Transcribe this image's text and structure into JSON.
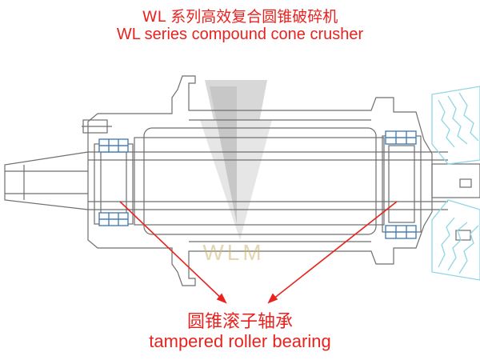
{
  "title": {
    "zh": "WL 系列高效复合圆锥破碎机",
    "en": "WL  series compound cone crusher"
  },
  "annotation": {
    "zh": "圆锥滚子轴承",
    "en": "tampered roller bearing"
  },
  "watermark": "WLM",
  "colors": {
    "label_red": "#e8231f",
    "line_gray": "#6f6f6f",
    "bearing_blue": "#4a7fb5",
    "gear_cyan": "#8fd6e6"
  }
}
